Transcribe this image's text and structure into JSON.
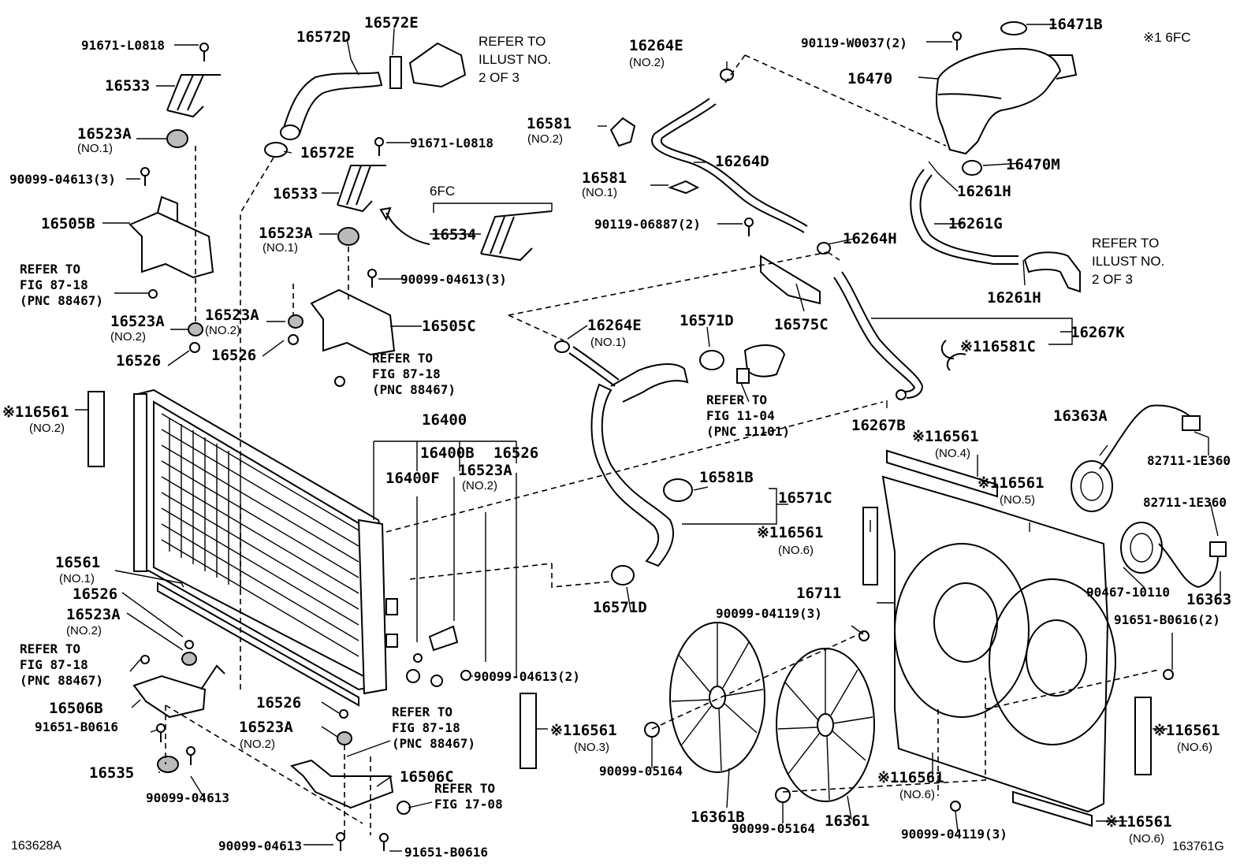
{
  "diagram": {
    "labels": [
      {
        "id": "l_91671a",
        "text": "91671-L0818"
      },
      {
        "id": "l_16533a",
        "text": "16533"
      },
      {
        "id": "l_16523a1",
        "text": "16523A"
      },
      {
        "id": "l_no1a",
        "text": "(NO.1)"
      },
      {
        "id": "l_90099_3a",
        "text": "90099-04613(3)"
      },
      {
        "id": "l_16505b",
        "text": "16505B"
      },
      {
        "id": "l_ref1",
        "text": "REFER TO"
      },
      {
        "id": "l_fig1",
        "text": "FIG 87-18"
      },
      {
        "id": "l_pnc1",
        "text": "(PNC 88467)"
      },
      {
        "id": "l_16523a2",
        "text": "16523A"
      },
      {
        "id": "l_no2a",
        "text": "(NO.2)"
      },
      {
        "id": "l_16526a",
        "text": "16526"
      },
      {
        "id": "l_16561_2",
        "text": "※116561"
      },
      {
        "id": "l_no2b",
        "text": "(NO.2)"
      },
      {
        "id": "l_16572d",
        "text": "16572D"
      },
      {
        "id": "l_16572e_t",
        "text": "16572E"
      },
      {
        "id": "l_refill1",
        "text": "REFER TO"
      },
      {
        "id": "l_refill2",
        "text": "ILLUST NO."
      },
      {
        "id": "l_refill3",
        "text": "2 OF 3"
      },
      {
        "id": "l_16572e_b",
        "text": "16572E"
      },
      {
        "id": "l_91671b",
        "text": "91671-L0818"
      },
      {
        "id": "l_16533b",
        "text": "16533"
      },
      {
        "id": "l_6fc",
        "text": "6FC"
      },
      {
        "id": "l_16534",
        "text": "16534"
      },
      {
        "id": "l_16523a3",
        "text": "16523A"
      },
      {
        "id": "l_no1b",
        "text": "(NO.1)"
      },
      {
        "id": "l_90099_3b",
        "text": "90099-04613(3)"
      },
      {
        "id": "l_16523a4",
        "text": "16523A"
      },
      {
        "id": "l_no2c",
        "text": "(NO.2)"
      },
      {
        "id": "l_16505c",
        "text": "16505C"
      },
      {
        "id": "l_16526b",
        "text": "16526"
      },
      {
        "id": "l_ref2",
        "text": "REFER TO"
      },
      {
        "id": "l_fig2",
        "text": "FIG 87-18"
      },
      {
        "id": "l_pnc2",
        "text": "(PNC 88467)"
      },
      {
        "id": "l_16264e_t",
        "text": "16264E"
      },
      {
        "id": "l_no2d",
        "text": "(NO.2)"
      },
      {
        "id": "l_16581_2",
        "text": "16581"
      },
      {
        "id": "l_no2e",
        "text": "(NO.2)"
      },
      {
        "id": "l_16264d",
        "text": "16264D"
      },
      {
        "id": "l_16581_1",
        "text": "16581"
      },
      {
        "id": "l_no1c",
        "text": "(NO.1)"
      },
      {
        "id": "l_90119_06887",
        "text": "90119-06887(2)"
      },
      {
        "id": "l_16264h",
        "text": "16264H"
      },
      {
        "id": "l_16575c",
        "text": "16575C"
      },
      {
        "id": "l_16264e_b",
        "text": "16264E"
      },
      {
        "id": "l_no1d",
        "text": "(NO.1)"
      },
      {
        "id": "l_16571d_t",
        "text": "16571D"
      },
      {
        "id": "l_ref3",
        "text": "REFER TO"
      },
      {
        "id": "l_fig3",
        "text": "FIG 11-04"
      },
      {
        "id": "l_pnc3",
        "text": "(PNC 11101)"
      },
      {
        "id": "l_90119_w",
        "text": "90119-W0037(2)"
      },
      {
        "id": "l_16471b",
        "text": "16471B"
      },
      {
        "id": "l_note6fc",
        "text": "※1 6FC"
      },
      {
        "id": "l_16470",
        "text": "16470"
      },
      {
        "id": "l_16470m",
        "text": "16470M"
      },
      {
        "id": "l_16261h_t",
        "text": "16261H"
      },
      {
        "id": "l_16261g",
        "text": "16261G"
      },
      {
        "id": "l_refill4",
        "text": "REFER TO"
      },
      {
        "id": "l_refill5",
        "text": "ILLUST NO."
      },
      {
        "id": "l_refill6",
        "text": "2 OF 3"
      },
      {
        "id": "l_16261h_b",
        "text": "16261H"
      },
      {
        "id": "l_16267k",
        "text": "16267K"
      },
      {
        "id": "l_16581c",
        "text": "※116581C"
      },
      {
        "id": "l_16400",
        "text": "16400"
      },
      {
        "id": "l_16400b",
        "text": "16400B"
      },
      {
        "id": "l_16526c",
        "text": "16526"
      },
      {
        "id": "l_16400f",
        "text": "16400F"
      },
      {
        "id": "l_16523a5",
        "text": "16523A"
      },
      {
        "id": "l_no2f",
        "text": "(NO.2)"
      },
      {
        "id": "l_16267b",
        "text": "16267B"
      },
      {
        "id": "l_16581b",
        "text": "16581B"
      },
      {
        "id": "l_16571c",
        "text": "16571C"
      },
      {
        "id": "l_16571d_b",
        "text": "16571D"
      },
      {
        "id": "l_16561_4",
        "text": "※116561"
      },
      {
        "id": "l_no4",
        "text": "(NO.4)"
      },
      {
        "id": "l_16363a",
        "text": "16363A"
      },
      {
        "id": "l_82711a",
        "text": "82711-1E360"
      },
      {
        "id": "l_16561_5",
        "text": "※116561"
      },
      {
        "id": "l_no5",
        "text": "(NO.5)"
      },
      {
        "id": "l_82711b",
        "text": "82711-1E360"
      },
      {
        "id": "l_16561_6a",
        "text": "※116561"
      },
      {
        "id": "l_no6a",
        "text": "(NO.6)"
      },
      {
        "id": "l_16711",
        "text": "16711"
      },
      {
        "id": "l_90467",
        "text": "90467-10110"
      },
      {
        "id": "l_16363",
        "text": "16363"
      },
      {
        "id": "l_90099_04119a",
        "text": "90099-04119(3)"
      },
      {
        "id": "l_91651_2",
        "text": "91651-B0616(2)"
      },
      {
        "id": "l_16561_1",
        "text": "16561"
      },
      {
        "id": "l_no1e",
        "text": "(NO.1)"
      },
      {
        "id": "l_16526d",
        "text": "16526"
      },
      {
        "id": "l_16523a6",
        "text": "16523A"
      },
      {
        "id": "l_no2g",
        "text": "(NO.2)"
      },
      {
        "id": "l_ref4",
        "text": "REFER TO"
      },
      {
        "id": "l_fig4",
        "text": "FIG 87-18"
      },
      {
        "id": "l_pnc4",
        "text": "(PNC 88467)"
      },
      {
        "id": "l_16506b",
        "text": "16506B"
      },
      {
        "id": "l_91651a",
        "text": "91651-B0616"
      },
      {
        "id": "l_16535",
        "text": "16535"
      },
      {
        "id": "l_90099_04613a",
        "text": "90099-04613"
      },
      {
        "id": "l_16526e",
        "text": "16526"
      },
      {
        "id": "l_16523a7",
        "text": "16523A"
      },
      {
        "id": "l_no2h",
        "text": "(NO.2)"
      },
      {
        "id": "l_ref5",
        "text": "REFER TO"
      },
      {
        "id": "l_fig5",
        "text": "FIG 87-18"
      },
      {
        "id": "l_pnc5",
        "text": "(PNC 88467)"
      },
      {
        "id": "l_16506c",
        "text": "16506C"
      },
      {
        "id": "l_ref6",
        "text": "REFER TO"
      },
      {
        "id": "l_fig6",
        "text": "FIG 17-08"
      },
      {
        "id": "l_90099_04613_2",
        "text": "90099-04613(2)"
      },
      {
        "id": "l_16561_3",
        "text": "※116561"
      },
      {
        "id": "l_no3",
        "text": "(NO.3)"
      },
      {
        "id": "l_90099_05164a",
        "text": "90099-05164"
      },
      {
        "id": "l_16361b",
        "text": "16361B"
      },
      {
        "id": "l_90099_05164b",
        "text": "90099-05164"
      },
      {
        "id": "l_16361",
        "text": "16361"
      },
      {
        "id": "l_16561_6b",
        "text": "※116561"
      },
      {
        "id": "l_no6b",
        "text": "(NO.6)"
      },
      {
        "id": "l_90099_04119b",
        "text": "90099-04119(3)"
      },
      {
        "id": "l_16561_6c",
        "text": "※116561"
      },
      {
        "id": "l_no6c",
        "text": "(NO.6)"
      },
      {
        "id": "l_16561_6d",
        "text": "※116561"
      },
      {
        "id": "l_no6d",
        "text": "(NO.6)"
      },
      {
        "id": "l_90099_04613b",
        "text": "90099-04613"
      },
      {
        "id": "l_91651b",
        "text": "91651-B0616"
      },
      {
        "id": "l_code_left",
        "text": "163628A"
      },
      {
        "id": "l_code_right",
        "text": "163761G"
      }
    ]
  }
}
